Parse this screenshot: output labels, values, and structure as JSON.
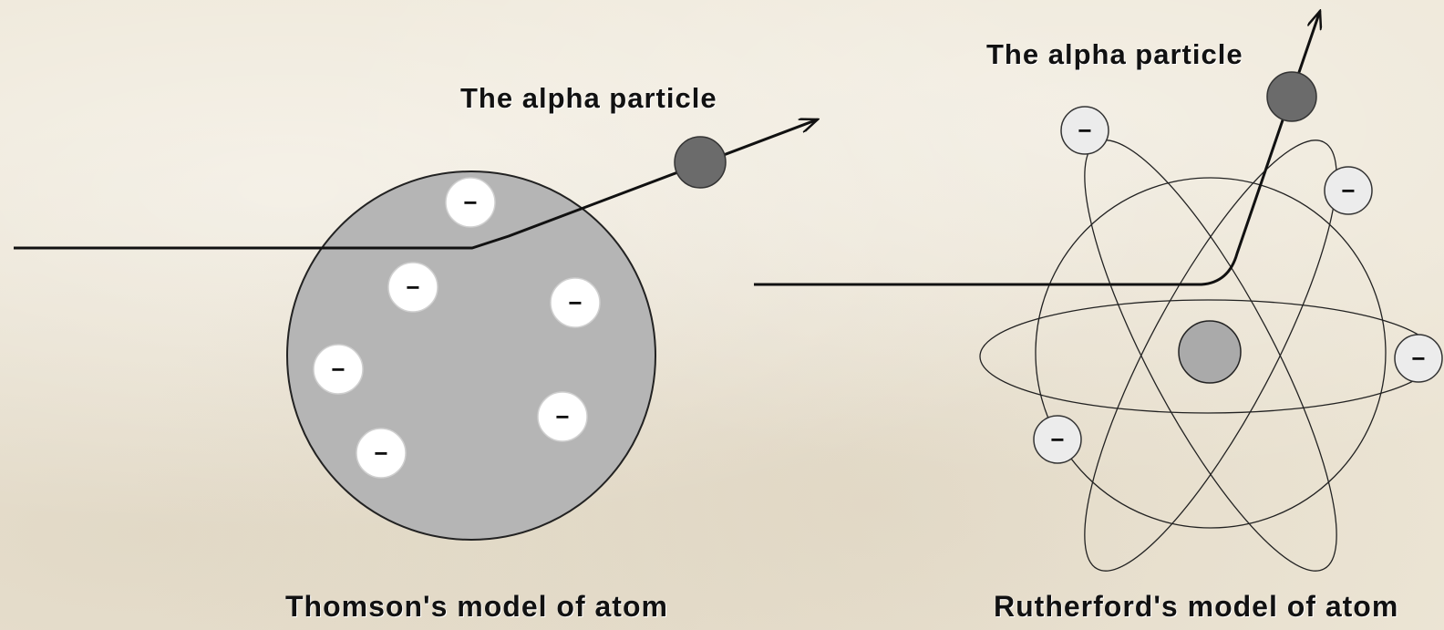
{
  "thomson": {
    "alpha_label": "The alpha particle",
    "caption": "Thomson's model of atom",
    "electron_sign": "−",
    "sphere_color": "#b5b5b5",
    "electron_color": "#ffffff"
  },
  "rutherford": {
    "alpha_label": "The alpha particle",
    "caption": "Rutherford's model of atom",
    "electron_sign": "−",
    "nucleus_color": "#aaaaaa",
    "electron_color": "#ececec"
  },
  "alpha_particle_color": "#6b6b6b"
}
